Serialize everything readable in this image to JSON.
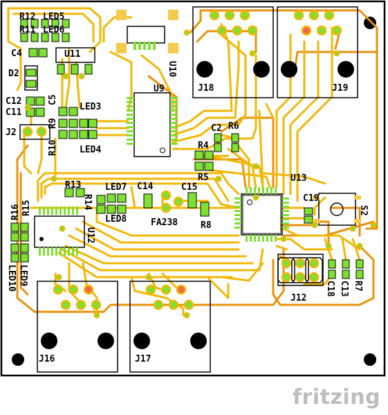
{
  "brand": "fritzing",
  "colors": {
    "board_outline": "#000000",
    "trace_top": "#f2b705",
    "trace_bottom": "#e8920c",
    "pad_fill": "#7ee030",
    "pad_ring": "#f2b705",
    "pad_red": "#f06a45",
    "hole": "#000000",
    "silkscreen": "#000000"
  },
  "labels": {
    "R12": "R12",
    "LED5": "LED5",
    "R11": "R11",
    "LED6": "LED6",
    "C4": "C4",
    "U11": "U11",
    "D2": "D2",
    "C12": "C12",
    "C11": "C11",
    "C5": "C5",
    "LED3": "LED3",
    "R9": "R9",
    "R10": "R10",
    "LED4": "LED4",
    "J2": "J2",
    "U10": "U10",
    "U9": "U9",
    "J18": "J18",
    "J19": "J19",
    "C2": "C2",
    "R6": "R6",
    "R4": "R4",
    "R5": "R5",
    "U13": "U13",
    "R13": "R13",
    "LED7": "LED7",
    "C14": "C14",
    "C15": "C15",
    "R14": "R14",
    "LED8": "LED8",
    "R16": "R16",
    "R15": "R15",
    "FA238": "FA238",
    "R8": "R8",
    "C19": "C19",
    "S2": "S2",
    "U12": "U12",
    "LED10": "LED10",
    "LED9": "LED9",
    "J12": "J12",
    "C18": "C18",
    "C13": "C13",
    "R7": "R7",
    "J16": "J16",
    "J17": "J17"
  }
}
